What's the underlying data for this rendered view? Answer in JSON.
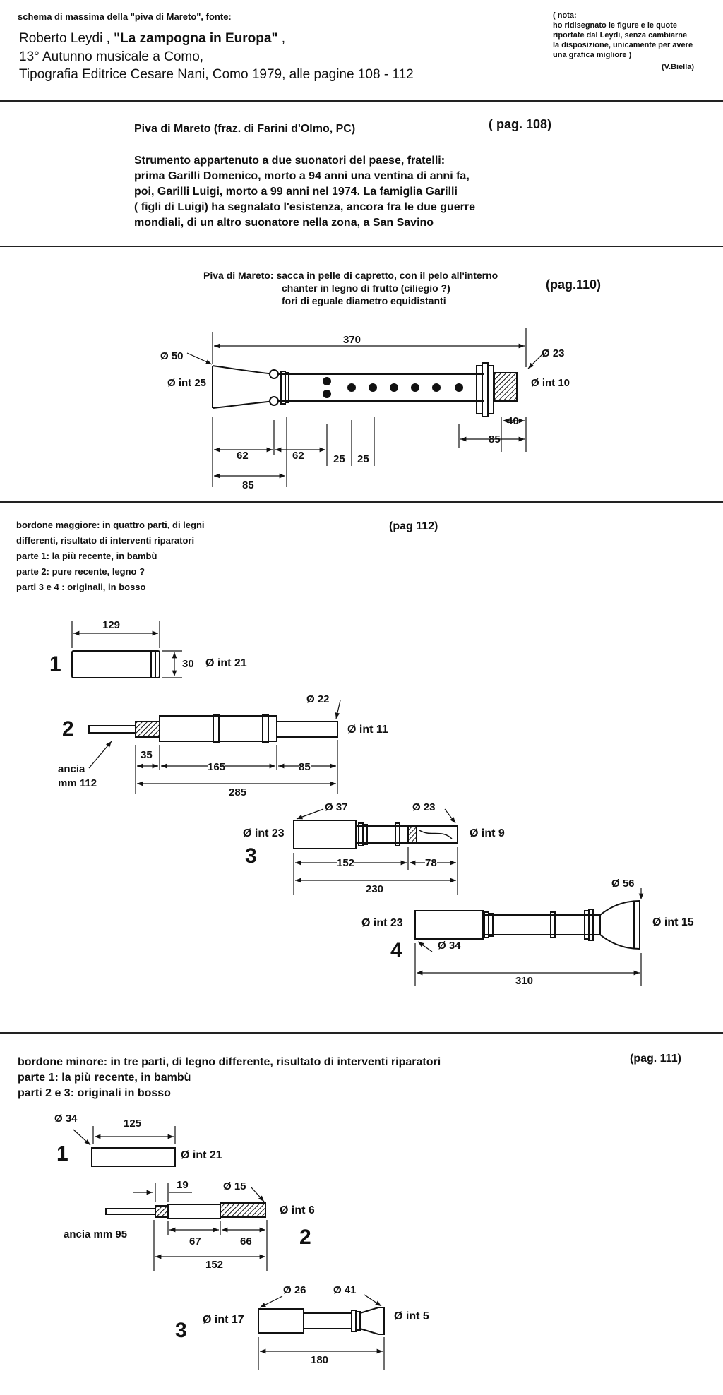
{
  "source": {
    "line1": "schema di massima della \"piva di Mareto\", fonte:",
    "author": "Roberto Leydi ,",
    "book": "\"La zampogna in Europa\"",
    "comma": ",",
    "line3": "13° Autunno  musicale a Como,",
    "line4": "Tipografia Editrice Cesare Nani, Como 1979, alle pagine 108 - 112"
  },
  "note": {
    "lines": [
      "( nota:",
      "ho ridisegnato le figure e le quote",
      "riportate dal Leydi, senza cambiarne",
      " la disposizione, unicamente per avere",
      "una grafica migliore  )"
    ],
    "signature": "(V.Biella)"
  },
  "history": {
    "title": "Piva di Mareto (fraz. di Farini d'Olmo, PC)",
    "page": "( pag. 108)",
    "lines": [
      "Strumento appartenuto a due suonatori del paese, fratelli:",
      "prima Garilli Domenico, morto a 94 anni una ventina di anni fa,",
      "poi, Garilli Luigi, morto a 99 anni nel 1974. La famiglia Garilli",
      "( figli di Luigi) ha segnalato l'esistenza, ancora fra le due guerre",
      "mondiali, di un altro suonatore nella zona, a San Savino"
    ]
  },
  "chanter": {
    "desc": [
      "Piva di Mareto: sacca in pelle di capretto, con il pelo all'interno",
      "chanter in legno di frutto (ciliegio ?)",
      "fori di eguale diametro equidistanti"
    ],
    "page": "(pag.110)",
    "labels": {
      "len": "370",
      "d50": "Ø 50",
      "int25": "Ø int 25",
      "d23": "Ø 23",
      "int10": "Ø int 10",
      "m40": "40",
      "m85r": "85",
      "m62a": "62",
      "m62b": "62",
      "m25a": "25",
      "m25b": "25",
      "m85l": "85"
    }
  },
  "bordone_maggiore": {
    "desc": [
      "bordone maggiore: in quattro parti, di legni",
      "differenti, risultato di interventi riparatori",
      "parte 1: la più recente, in bambù",
      "parte 2: pure recente, legno ?",
      "parti 3 e 4 : originali, in bosso"
    ],
    "page": "(pag 112)",
    "part1": {
      "num": "1",
      "len": "129",
      "d": "30",
      "int": "Ø int 21"
    },
    "part2": {
      "num": "2",
      "d": "Ø 22",
      "int": "Ø int 11",
      "reed": [
        "ancia",
        "mm 112"
      ],
      "m35": "35",
      "m165": "165",
      "m85": "85",
      "m285": "285"
    },
    "part3": {
      "num": "3",
      "d37": "Ø 37",
      "d23": "Ø 23",
      "int23": "Ø int 23",
      "int9": "Ø int 9",
      "m152": "152",
      "m78": "78",
      "m230": "230"
    },
    "part4": {
      "num": "4",
      "d56": "Ø 56",
      "int23": "Ø int 23",
      "int15": "Ø int 15",
      "d34": "Ø 34",
      "m310": "310"
    }
  },
  "bordone_minore": {
    "desc": [
      "bordone minore: in tre parti, di legno differente, risultato di interventi riparatori",
      "parte 1: la più recente, in bambù",
      "parti 2 e 3: originali in bosso"
    ],
    "page": "(pag. 111)",
    "part1": {
      "num": "1",
      "d34": "Ø 34",
      "len": "125",
      "int": "Ø int 21"
    },
    "part2": {
      "num": "2",
      "m19": "19",
      "d15": "Ø 15",
      "int6": "Ø int 6",
      "reed": "ancia mm 95",
      "m67": "67",
      "m66": "66",
      "m152": "152"
    },
    "part3": {
      "num": "3",
      "d26": "Ø 26",
      "d41": "Ø 41",
      "int17": "Ø int 17",
      "int5": "Ø int 5",
      "m180": "180"
    }
  }
}
